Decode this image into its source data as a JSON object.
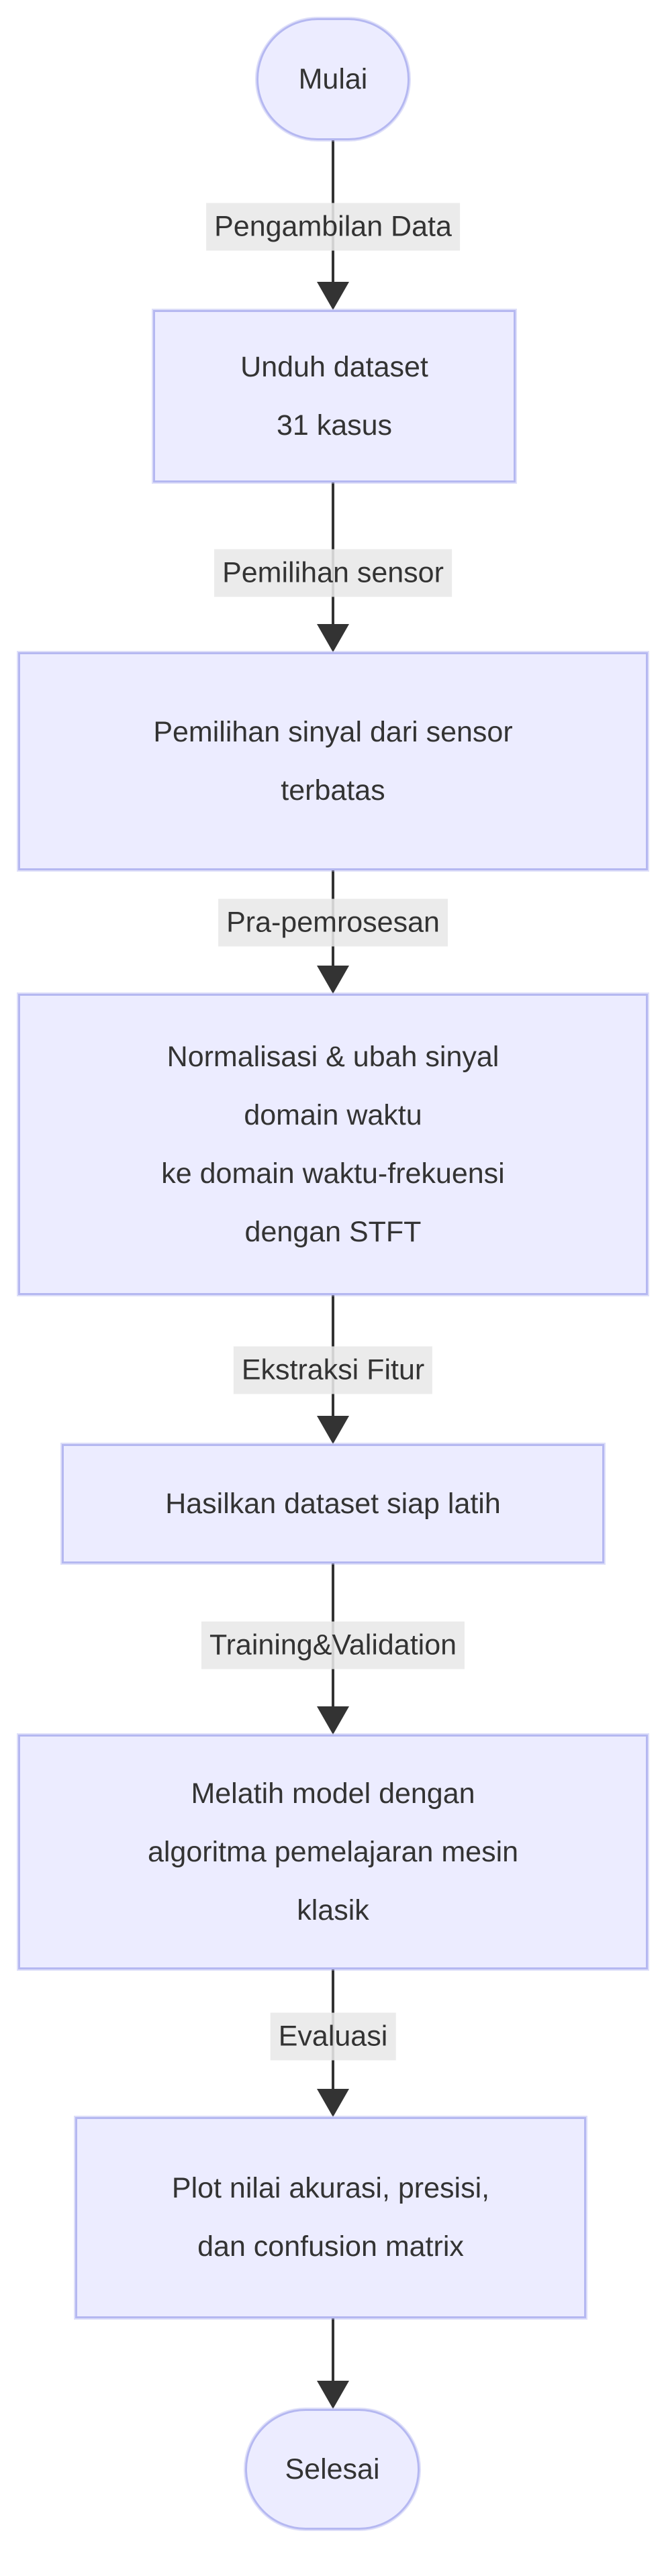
{
  "diagram": {
    "type": "flowchart",
    "direction": "top-down",
    "colors": {
      "node_fill": "#ECECFF",
      "node_border": "#B5B8F1",
      "edge_label_bg": "#E8E8E8",
      "text": "#333333",
      "arrow": "#333333"
    },
    "nodes": {
      "start": {
        "shape": "stadium",
        "label": "Mulai"
      },
      "step1": {
        "shape": "process",
        "label": "Unduh dataset\n31 kasus"
      },
      "step2": {
        "shape": "process",
        "label": "Pemilihan sinyal dari sensor\nterbatas"
      },
      "step3": {
        "shape": "process",
        "label": "Normalisasi & ubah sinyal\ndomain waktu\nke domain waktu-frekuensi\ndengan STFT"
      },
      "step4": {
        "shape": "process",
        "label": "Hasilkan dataset siap latih"
      },
      "step5": {
        "shape": "process",
        "label": "Melatih model dengan\nalgoritma pemelajaran mesin\nklasik"
      },
      "step6": {
        "shape": "process",
        "label": "Plot nilai akurasi, presisi,\ndan confusion matrix"
      },
      "end": {
        "shape": "stadium",
        "label": "Selesai"
      }
    },
    "edge_labels": [
      "Pengambilan Data",
      "Pemilihan sensor",
      "Pra-pemrosesan",
      "Ekstraksi Fitur",
      "Training&Validation",
      "Evaluasi"
    ]
  }
}
